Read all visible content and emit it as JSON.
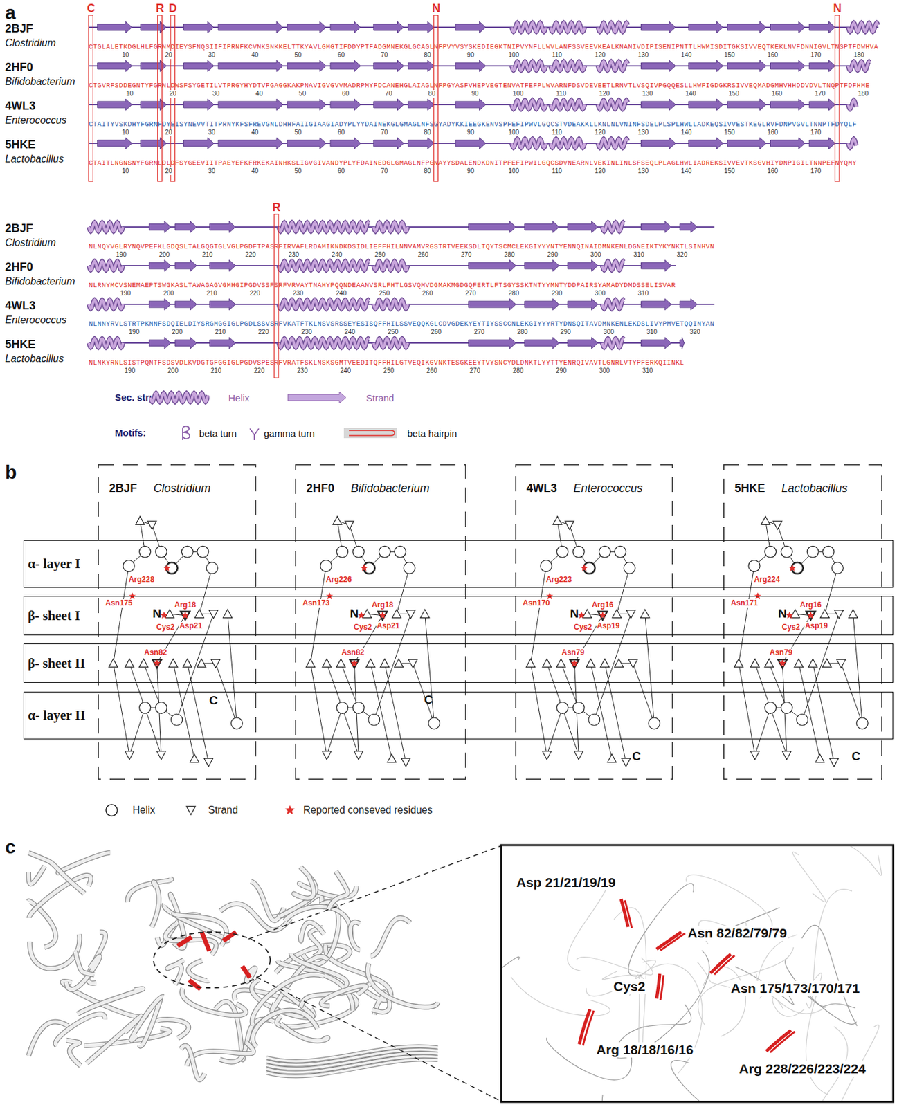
{
  "diagram": {
    "nodes": [
      {
        "text": [
          "2BJF",
          "Clostridium"
        ]
      },
      {
        "text": [
          "2HF0",
          "Bifidobacterium"
        ]
      },
      {
        "text": [
          "4WL3",
          "Enterococcus"
        ]
      },
      {
        "text": [
          "5HKE",
          "Lactobacillus"
        ]
      },
      {
        "text": [
          "α- layer I"
        ]
      },
      {
        "text": [
          "β- sheet I"
        ]
      },
      {
        "text": [
          "β- sheet II"
        ]
      },
      {
        "text": [
          "α- layer II"
        ]
      }
    ],
    "labels": [
      "a",
      "C",
      "R",
      "D",
      "N",
      "N",
      "2BJF",
      "Clostridium",
      "CTGLALETKDGLHLFGRNMDIEYSFNQSIIFIPRNFKCVNKSNKKELTTKYAVLGMGTIFDDYPTFADGMNEKGLGCAGLNFPVYVSYSKEDIEGKTNIPVYNFLLWVLANFSSVEEVKEALKNANIVDIPISENIPNTTLHWMISDITGKSIVVEQTKEKLNVFDNNIGVLTNSPTFDWHVA",
      "10",
      "20",
      "30",
      "40",
      "50",
      "60",
      "70",
      "80",
      "90",
      "100",
      "110",
      "120",
      "130",
      "140",
      "150",
      "160",
      "170",
      "180",
      "2HF0",
      "Bifidobacterium",
      "CTGVRFSDDEGNTYFGRNLDWSFSYGETILVTPRGYHYDTVFGAGGKAKPNAVIGVGVVMADRPMYFDCANEHGLAIAGLNFPGYASFVHEPVEGTENVATFEFPLWVARNFDSVDEVEETLRNVTLVSQIVPGQQESLLHWFIGDGKRSIVVEQMADGMHVHHDDVDVLTNQPTFDFHME",
      "10",
      "20",
      "30",
      "40",
      "50",
      "60",
      "70",
      "80",
      "90",
      "100",
      "110",
      "120",
      "130",
      "140",
      "150",
      "160",
      "170",
      "180",
      "4WL3",
      "Enterococcus",
      "CTAITYVSKDHYFGRNFDYEISYNEVVTITPRNYKFSFREVGNLDHHFAIIGIAAGIADYPLYYDAINEKGLGMAGLNFSGYADYKKIEEGKENVSPFEFIPWVLGQCSTVDEAKKLLKNLNLVNINFSDELPLSPLHWLLADKEQSIVVESTKEGLRVFDNPVGVLTNNPTFDYQLF",
      "10",
      "20",
      "30",
      "40",
      "50",
      "60",
      "70",
      "80",
      "90",
      "100",
      "110",
      "120",
      "130",
      "140",
      "150",
      "160",
      "170",
      "5HKE",
      "Lactobacillus",
      "CTAITLNGNSNYFGRNLDLDFSYGEEVIITPAEYEFKFRKEKAINHKSLIGVGIVANDYPLYFDAINEDGLGMAGLNFPGNAYYSDALENDKDNITPFEFIPWILGQCSDVNEARNLVEKINLINLSFSEQLPLAGLHWLIADREKSIVVEVTKSGVHIYDNPIGILTNNPEFNYQMY",
      "10",
      "20",
      "30",
      "40",
      "50",
      "60",
      "70",
      "80",
      "90",
      "100",
      "110",
      "120",
      "130",
      "140",
      "150",
      "160",
      "170",
      "R",
      "2BJF",
      "Clostridium",
      "NLNQYVGLRYNQVPEFKLGDQSLTALGQGTGLVGLPGDFTPASRFIRVAFLRDAMIKNDKDSIDLIEFFHILNNVAMVRGSTRTVEEKSDLTQYTSCMCLEKGIYYYNTYENNQINAIDMNKENLDGNEIKTYKYNKTLSINHVN",
      "190",
      "200",
      "210",
      "220",
      "230",
      "240",
      "250",
      "260",
      "270",
      "280",
      "290",
      "300",
      "310",
      "320",
      "2HF0",
      "Bifidobacterium",
      "NLRNYMCVSNEMAEPTSWGKASLTAWAGAGVGMHGIPGDVSSPSRFVRVAYTNAHYPQQNDEAANVSRLFHTLGSVQMVDGMAKMGDGQFERTLFTSGYSSKTNTYYMNTYDDPAIRSYAMADYDMDSSELISVAR",
      "190",
      "200",
      "210",
      "220",
      "230",
      "240",
      "250",
      "260",
      "270",
      "280",
      "290",
      "300",
      "310",
      "4WL3",
      "Enterococcus",
      "NLNNYRVLSTRTPKNNFSDQIELDIYSRGMGGIGLPGDLSSVSRFVKATFTKLNSVSRSSEYESISQFFHILSSVEQQKGLCDVGDEKYEYTIYSSCCNLEKGIYYYRTYDNSQITAVDMNKENLEKDSLIVYPMVETQQINYAN",
      "190",
      "200",
      "210",
      "220",
      "230",
      "240",
      "250",
      "260",
      "270",
      "280",
      "290",
      "300",
      "310",
      "320",
      "5HKE",
      "Lactobacillus",
      "NLNKYRNLSISTPQNTFSDSVDLKVDGTGFGGIGLPGDVSPESRFVRATFSKLNSKSGMTVEEDITQFFHILGTVEQIKGVNKTESGKEEYTVYSNCYDLDNKTLYYTTYENRQIVAVTLGNRLVTYPFERKQIINKL",
      "190",
      "200",
      "210",
      "220",
      "230",
      "240",
      "250",
      "260",
      "270",
      "280",
      "290",
      "300",
      "310",
      "Sec. struc:",
      "Motifs:",
      "b",
      "Arg228",
      "Asn175",
      "N",
      "Cys2",
      "Arg18",
      "Asp21",
      "Asn82",
      "C",
      "Arg226",
      "Asn173",
      "N",
      "Cys2",
      "Arg18",
      "Asp21",
      "Asn82",
      "C",
      "Arg223",
      "Asn170",
      "N",
      "Cys2",
      "Arg16",
      "Asp19",
      "Asn79",
      "C",
      "Arg224",
      "Asn171",
      "N",
      "Cys2",
      "Arg16",
      "Asp19",
      "Asn79",
      "C",
      "c",
      "Asp 21/21/19/19",
      "Asn 82/82/79/79",
      "Cys2",
      "Asn 175/173/170/171",
      "Arg 18/18/16/16",
      "Arg 228/226/223/224"
    ],
    "legend": [
      {
        "text": "Helix"
      },
      {
        "text": "Strand"
      },
      {
        "text": "beta turn"
      },
      {
        "text": "gamma turn"
      },
      {
        "text": "beta hairpin"
      },
      {
        "text": "Helix"
      },
      {
        "text": "Strand"
      },
      {
        "text": "Reported conseved residues"
      }
    ]
  }
}
